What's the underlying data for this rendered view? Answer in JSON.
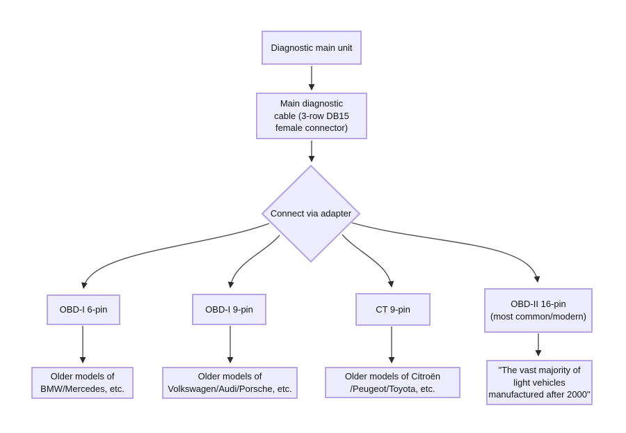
{
  "colors": {
    "bg": "#ffffff",
    "node_fill": "#ececfc",
    "node_border": "#b7a6e3",
    "edge": "#4f4f4f",
    "arrowhead": "#2b2b2b",
    "text": "#141414"
  },
  "nodes": {
    "main_unit": {
      "label": "Diagnostic main unit"
    },
    "cable": {
      "label": "Main diagnostic\ncable (3-row DB15\nfemale connector)"
    },
    "adapter": {
      "label": "Connect via adapter"
    },
    "obd1_6pin": {
      "label": "OBD-I 6-pin"
    },
    "obd1_9pin": {
      "label": "OBD-I 9-pin"
    },
    "ct_9pin": {
      "label": "CT 9-pin"
    },
    "obd2_16pin": {
      "label": "OBD-II 16-pin\n(most common/modern)"
    },
    "bmw": {
      "label": "Older models of\nBMW/Mercedes, etc."
    },
    "vw": {
      "label": "Older models of\nVolkswagen/Audi/Porsche, etc."
    },
    "citroen": {
      "label": "Older models of Citroën\n/Peugeot/Toyota, etc."
    },
    "modern": {
      "label": "\"The vast majority of\nlight vehicles\nmanufactured after 2000\""
    }
  },
  "edges": [
    {
      "from": "main_unit",
      "to": "cable"
    },
    {
      "from": "cable",
      "to": "adapter"
    },
    {
      "from": "adapter",
      "to": "obd1_6pin"
    },
    {
      "from": "adapter",
      "to": "obd1_9pin"
    },
    {
      "from": "adapter",
      "to": "ct_9pin"
    },
    {
      "from": "adapter",
      "to": "obd2_16pin"
    },
    {
      "from": "obd1_6pin",
      "to": "bmw"
    },
    {
      "from": "obd1_9pin",
      "to": "vw"
    },
    {
      "from": "ct_9pin",
      "to": "citroen"
    },
    {
      "from": "obd2_16pin",
      "to": "modern"
    }
  ]
}
